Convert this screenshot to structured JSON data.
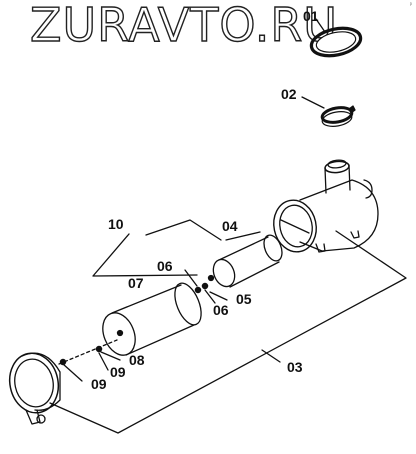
{
  "watermark": "ZURAVTO.RU",
  "corner_mark": "P",
  "callouts": {
    "c01": "01",
    "c02": "02",
    "c03": "03",
    "c04": "04",
    "c05": "05",
    "c06a": "06",
    "c06b": "06",
    "c07": "07",
    "c08": "08",
    "c09a": "09",
    "c09b": "09",
    "c10": "10"
  }
}
